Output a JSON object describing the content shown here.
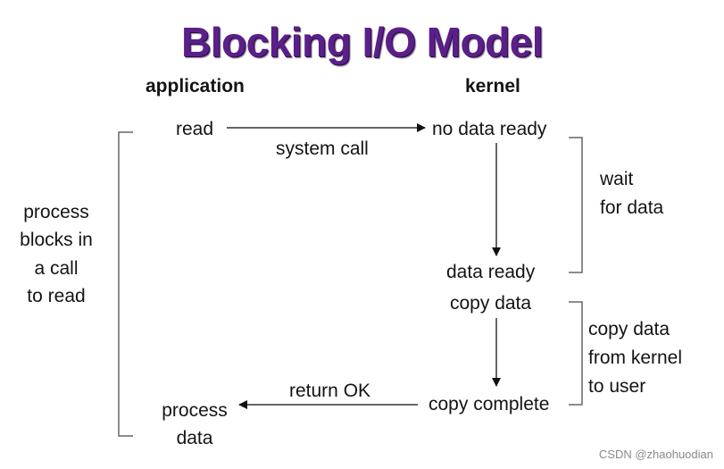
{
  "title": "Blocking I/O Model",
  "columns": {
    "application": "application",
    "kernel": "kernel"
  },
  "labels": {
    "read": "read",
    "system_call": "system call",
    "no_data_ready": "no data ready",
    "wait_for_data": [
      "wait",
      "for data"
    ],
    "data_ready": "data ready",
    "copy_data": "copy data",
    "copy_data_from_kernel": [
      "copy data",
      "from kernel",
      "to user"
    ],
    "copy_complete": "copy complete",
    "return_ok": "return OK",
    "process_data": [
      "process",
      "data"
    ],
    "process_blocks": [
      "process",
      "blocks in",
      "a call",
      "to read"
    ]
  },
  "watermark": "CSDN @zhaohuodian",
  "colors": {
    "title": "#5b1f8a",
    "text": "#141414",
    "lines": "#555555",
    "arrows": "#111111"
  }
}
